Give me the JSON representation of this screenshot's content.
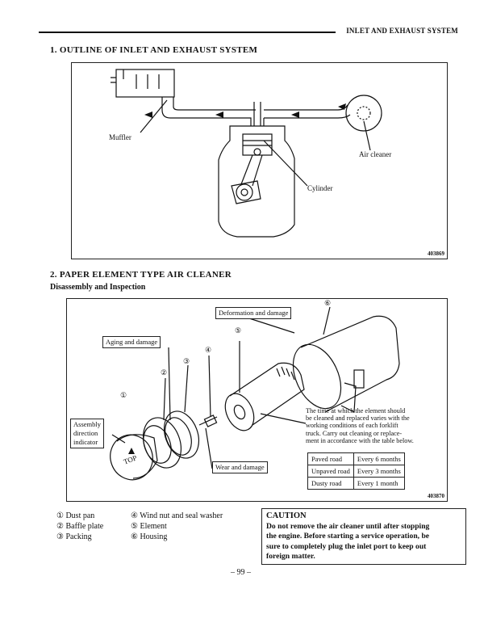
{
  "header": {
    "title": "INLET AND EXHAUST SYSTEM"
  },
  "section1": {
    "title": "1.  OUTLINE OF INLET AND EXHAUST SYSTEM",
    "labels": {
      "muffler": "Muffler",
      "air_cleaner": "Air cleaner",
      "cylinder": "Cylinder"
    },
    "fig_no": "403869"
  },
  "section2": {
    "title": "2.  PAPER ELEMENT TYPE AIR CLEANER",
    "subtitle": "Disassembly and Inspection",
    "callouts": {
      "deformation": "Deformation and damage",
      "aging": "Aging and damage",
      "assembly": [
        "Assembly",
        "direction",
        "indicator"
      ],
      "wear": "Wear and damage"
    },
    "numbers": [
      "①",
      "②",
      "③",
      "④",
      "⑤",
      "⑥"
    ],
    "top_mark": "TOP",
    "note_lines": [
      "The time at which the element should",
      "be cleaned and replaced varies with the",
      "working conditions of each forklift",
      "truck.  Carry out cleaning or replace-",
      "ment in accordance with the table below."
    ],
    "schedule": [
      {
        "road": "Paved road",
        "interval": "Every 6 months"
      },
      {
        "road": "Unpaved road",
        "interval": "Every 3 months"
      },
      {
        "road": "Dusty road",
        "interval": "Every 1 month"
      }
    ],
    "fig_no": "403870"
  },
  "legend": {
    "left": [
      "① Dust pan",
      "② Baffle plate",
      "③ Packing"
    ],
    "right": [
      "④ Wind nut and seal washer",
      "⑤ Element",
      "⑥ Housing"
    ]
  },
  "caution": {
    "title": "CAUTION",
    "lines": [
      "Do not remove the air cleaner until after stopping",
      "the engine.  Before starting a service operation, be",
      "sure to completely plug the inlet port to keep out",
      "foreign matter."
    ]
  },
  "page_number": "– 99 –"
}
